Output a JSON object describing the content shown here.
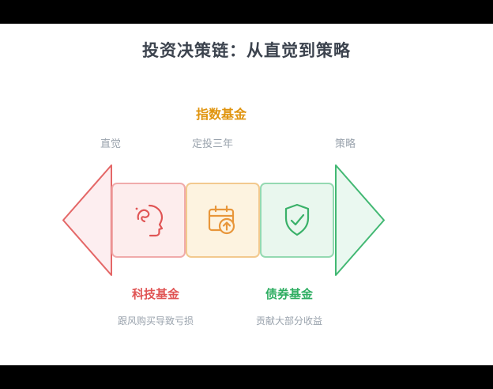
{
  "title": "投资决策链：从直觉到策略",
  "labels": {
    "index_fund": "指数基金",
    "tech_fund": "科技基金",
    "bond_fund": "债券基金"
  },
  "stages": [
    "直觉",
    "定投三年",
    "策略"
  ],
  "descriptions": {
    "tech": "跟风购买导致亏损",
    "bond": "贡献大部分收益"
  },
  "icons": {
    "box1": "impulse-brain-icon",
    "box2": "calendar-invest-icon",
    "box3": "shield-check-icon"
  },
  "colors": {
    "page_bg": "#000000",
    "panel_bg": "#ffffff",
    "title_text": "#3c434e",
    "muted": "#9aa3ad",
    "orange": "#e0940e",
    "red": "#e05555",
    "green": "#2fae62",
    "icon_orange": "#e8963a",
    "icon_green": "#3ab169",
    "box1_bg": "#fdeded",
    "box1_border": "#f0abab",
    "box2_bg": "#fdf3e0",
    "box2_border": "#f2c98e",
    "box3_bg": "#e9f7ee",
    "box3_border": "#94d9b1",
    "arrow_left_fill": "#fdeef0",
    "arrow_left_stroke": "#e46767",
    "arrow_right_fill": "#eaf8f0",
    "arrow_right_stroke": "#42b873"
  }
}
